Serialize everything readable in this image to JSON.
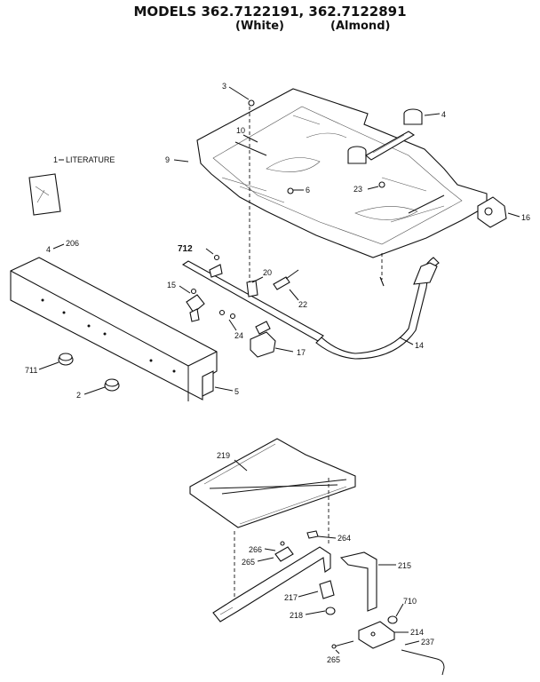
{
  "header": {
    "title": "MODELS 362.7122191, 362.7122891",
    "white": "(White)",
    "almond": "(Almond)"
  },
  "callouts": {
    "c3": "3",
    "c4": "4",
    "c10": "10",
    "c9": "9",
    "c6": "6",
    "c23": "23",
    "c16": "16",
    "c1": "1",
    "literature": "LITERATURE",
    "c4b": "4",
    "c206": "206",
    "c712": "712",
    "c20": "20",
    "c15": "15",
    "c22": "22",
    "c24": "24",
    "c17": "17",
    "c14": "14",
    "c711": "711",
    "c2": "2",
    "c5": "5",
    "c219": "219",
    "c266": "266",
    "c264": "264",
    "c265a": "265",
    "c215": "215",
    "c217": "217",
    "c218": "218",
    "c710": "710",
    "c214": "214",
    "c237": "237",
    "c265b": "265"
  }
}
